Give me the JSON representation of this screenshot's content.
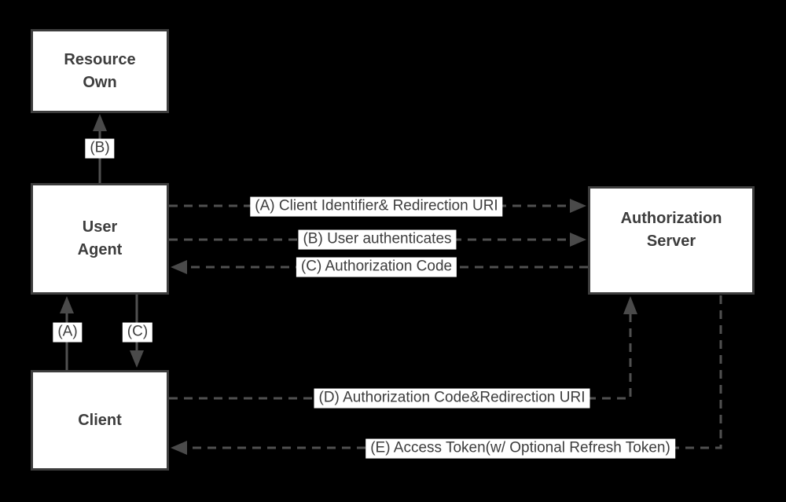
{
  "canvas": {
    "background": "#000000"
  },
  "colors": {
    "node_fill": "#ffffff",
    "node_border": "#3d3d3d",
    "node_text": "#3d3d3d",
    "line": "#505050",
    "arrowhead": "#4a4a4a",
    "label_bg": "#ffffff",
    "label_text": "#3d3d3d"
  },
  "nodes": {
    "resource_owner": {
      "label": "Resource\nOwn"
    },
    "user_agent": {
      "label": "User\nAgent"
    },
    "authorization_server": {
      "label": "Authorization\nServer"
    },
    "client": {
      "label": "Client"
    }
  },
  "edge_labels": {
    "b_vertical": "(B)",
    "a_vertical": "(A)",
    "c_vertical": "(C)",
    "a_horizontal": "(A) Client Identifier& Redirection URI",
    "b_horizontal": "(B) User authenticates",
    "c_horizontal": "(C) Authorization Code",
    "d_horizontal": "(D) Authorization Code&Redirection URI",
    "e_horizontal": "(E) Access Token(w/ Optional Refresh Token)"
  }
}
